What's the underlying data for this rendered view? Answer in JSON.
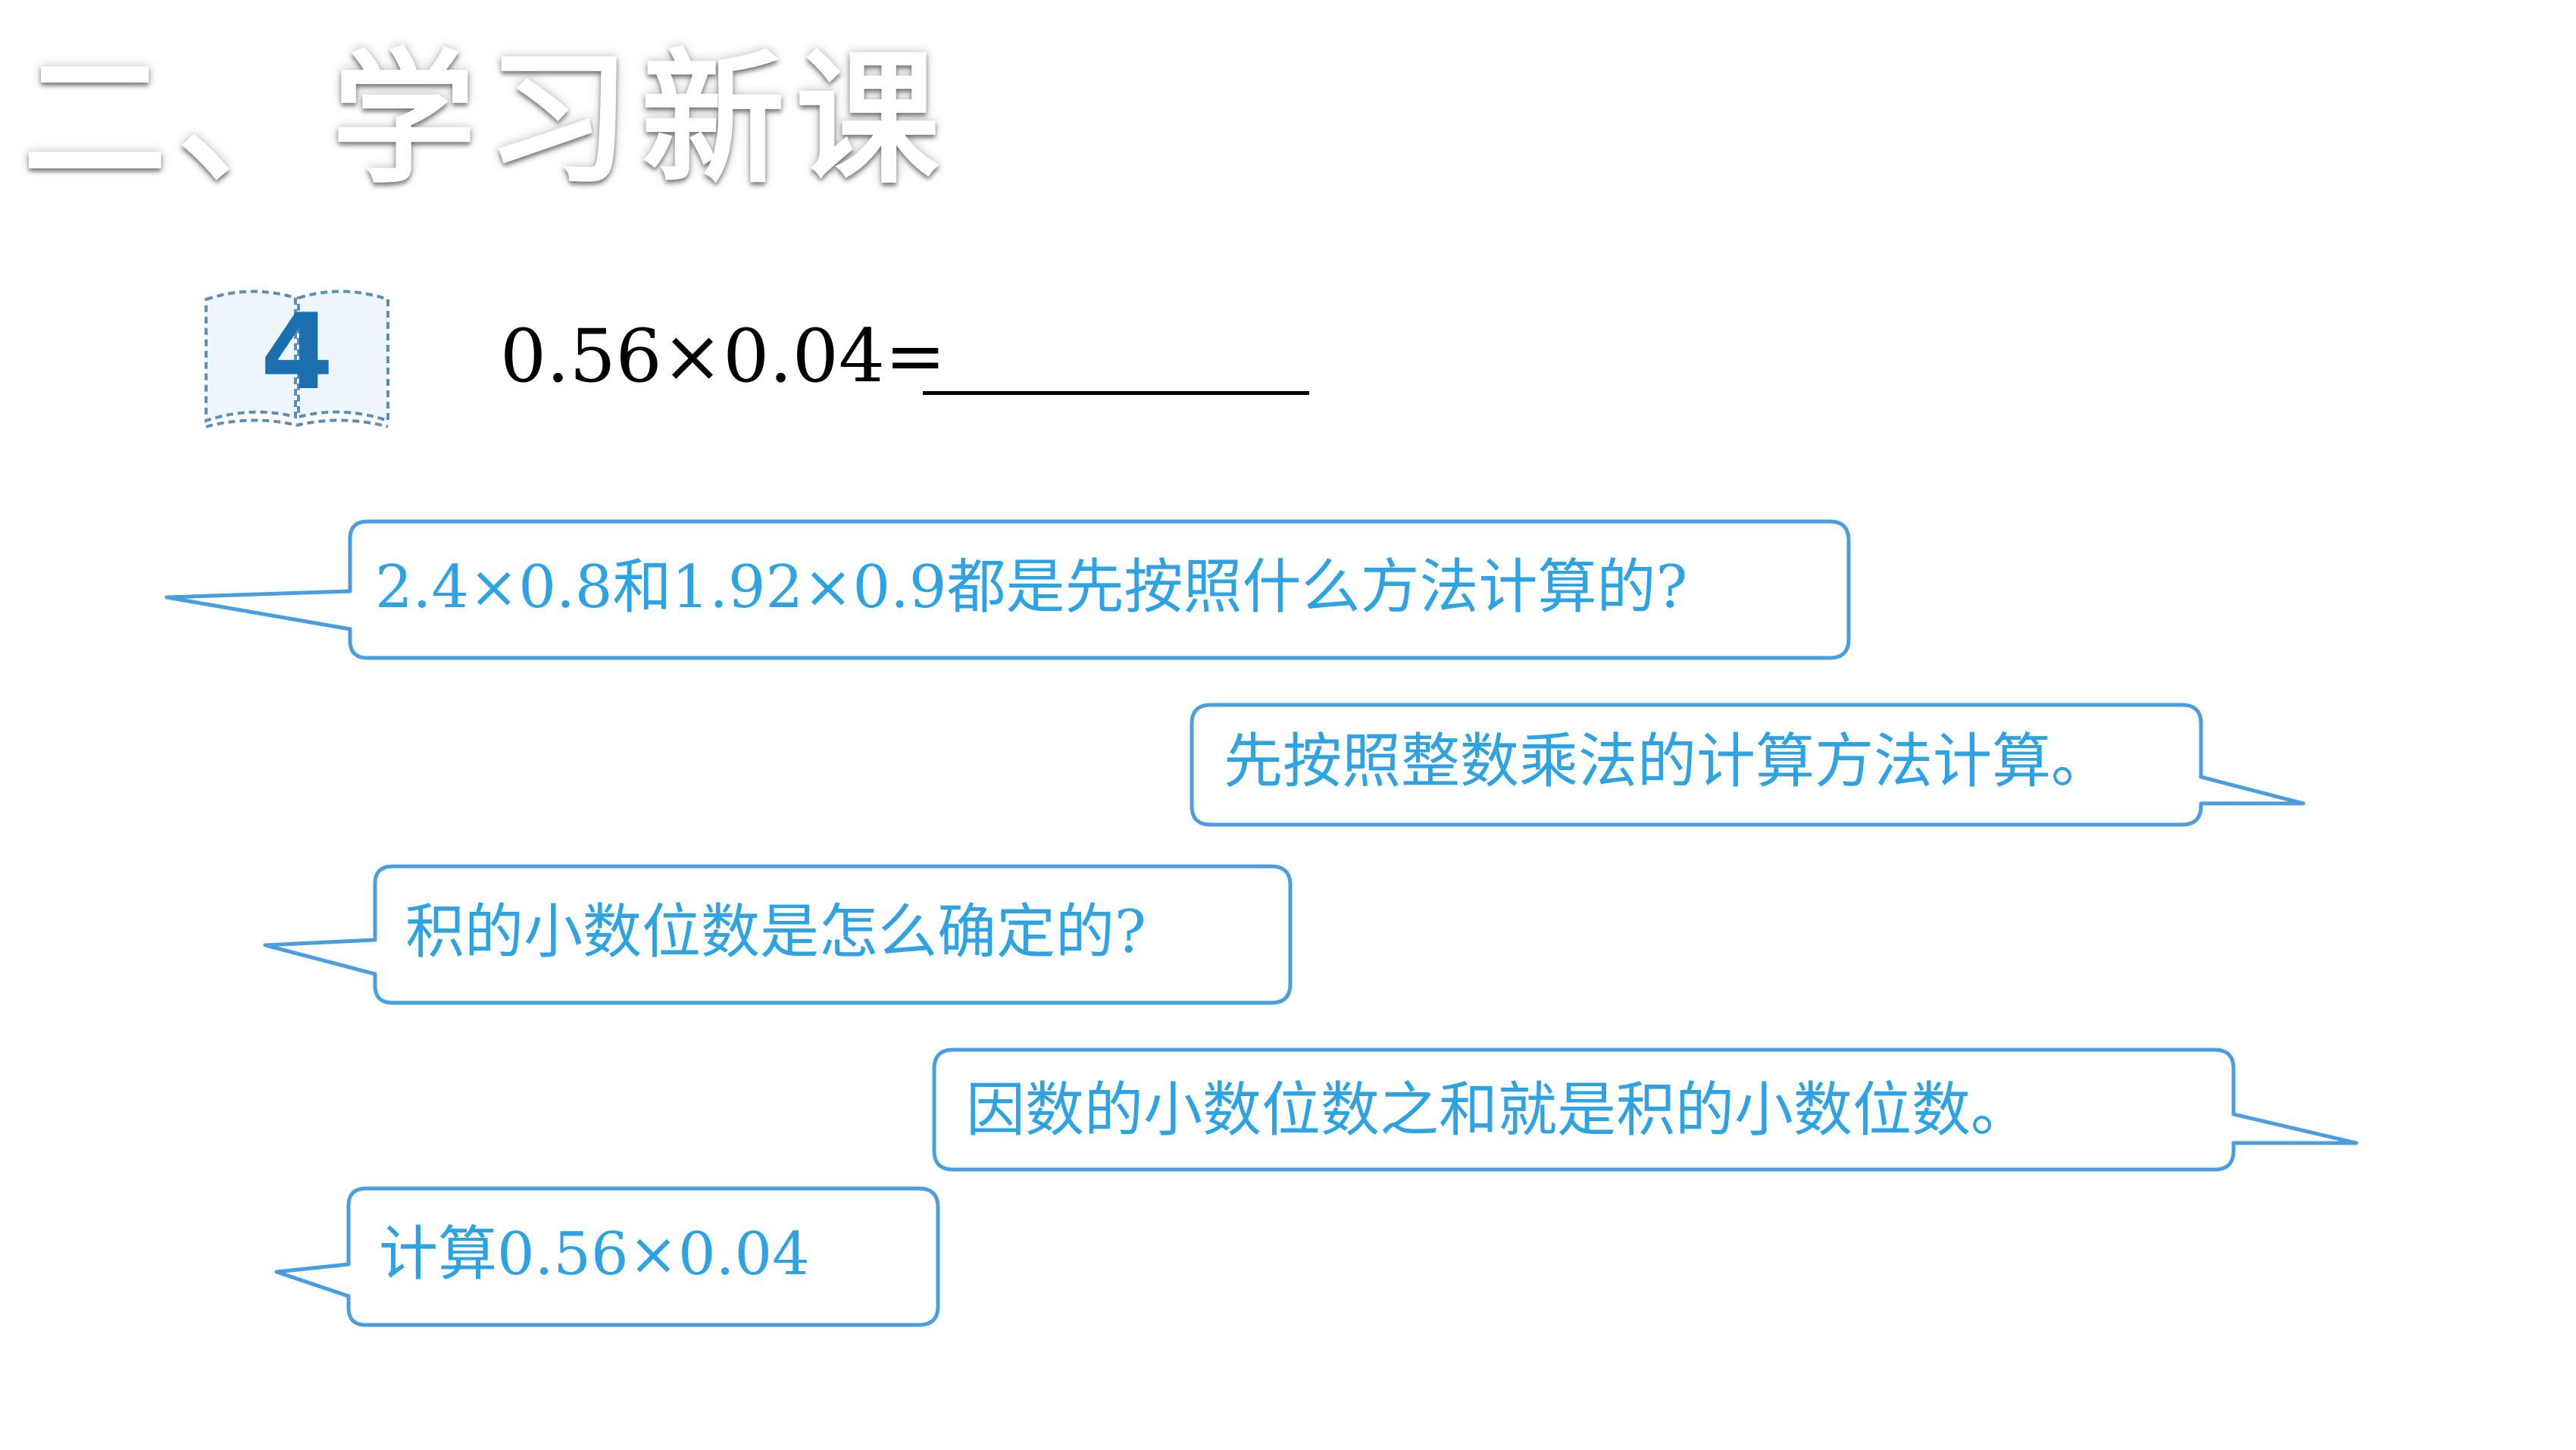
{
  "section": {
    "title": "二、学习新课"
  },
  "example": {
    "number": "4",
    "expression": "0.56×0.04="
  },
  "dialogue": [
    {
      "side": "left",
      "text": "2.4×0.8和1.92×0.9都是先按照什么方法计算的?"
    },
    {
      "side": "right",
      "text": "先按照整数乘法的计算方法计算。"
    },
    {
      "side": "left",
      "text": "积的小数位数是怎么确定的?"
    },
    {
      "side": "right",
      "text": "因数的小数位数之和就是积的小数位数。"
    },
    {
      "side": "left",
      "text": "计算0.56×0.04"
    }
  ],
  "colors": {
    "bubble_stroke": "#4a9ee0",
    "bubble_text": "#2ea3e4",
    "badge_number": "#1a6fae",
    "badge_stroke": "#5b8fb8"
  }
}
